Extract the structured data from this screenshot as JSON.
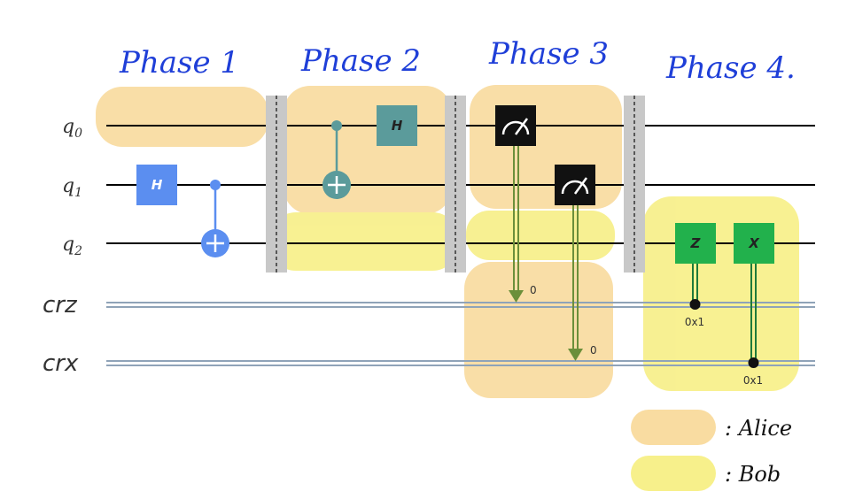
{
  "phases": [
    "Phase 1",
    "Phase 2",
    "Phase 3",
    "Phase 4."
  ],
  "qubits": [
    {
      "name": "q",
      "sub": "0"
    },
    {
      "name": "q",
      "sub": "1"
    },
    {
      "name": "q",
      "sub": "2"
    }
  ],
  "classical": [
    "crz",
    "crx"
  ],
  "gates": {
    "h1": "H",
    "h2": "H",
    "z": "Z",
    "x": "X"
  },
  "measure_labels": [
    "0",
    "0"
  ],
  "cond_labels": [
    "0x1",
    "0x1"
  ],
  "legend": {
    "alice": ": Alice",
    "bob": ": Bob"
  },
  "colors": {
    "phase_text": "#1f3fd8",
    "alice": "#f7d38a",
    "bob": "#f5ec6e",
    "hadamard_phase1": "#5b8ef0",
    "hadamard_phase2": "#5b9b9b",
    "cnot_phase1": "#5b8ef0",
    "cnot_phase2": "#5b9b9b",
    "measure": "#111111",
    "z_x_gate": "#22b14c",
    "barrier": "#c8c8c8"
  }
}
